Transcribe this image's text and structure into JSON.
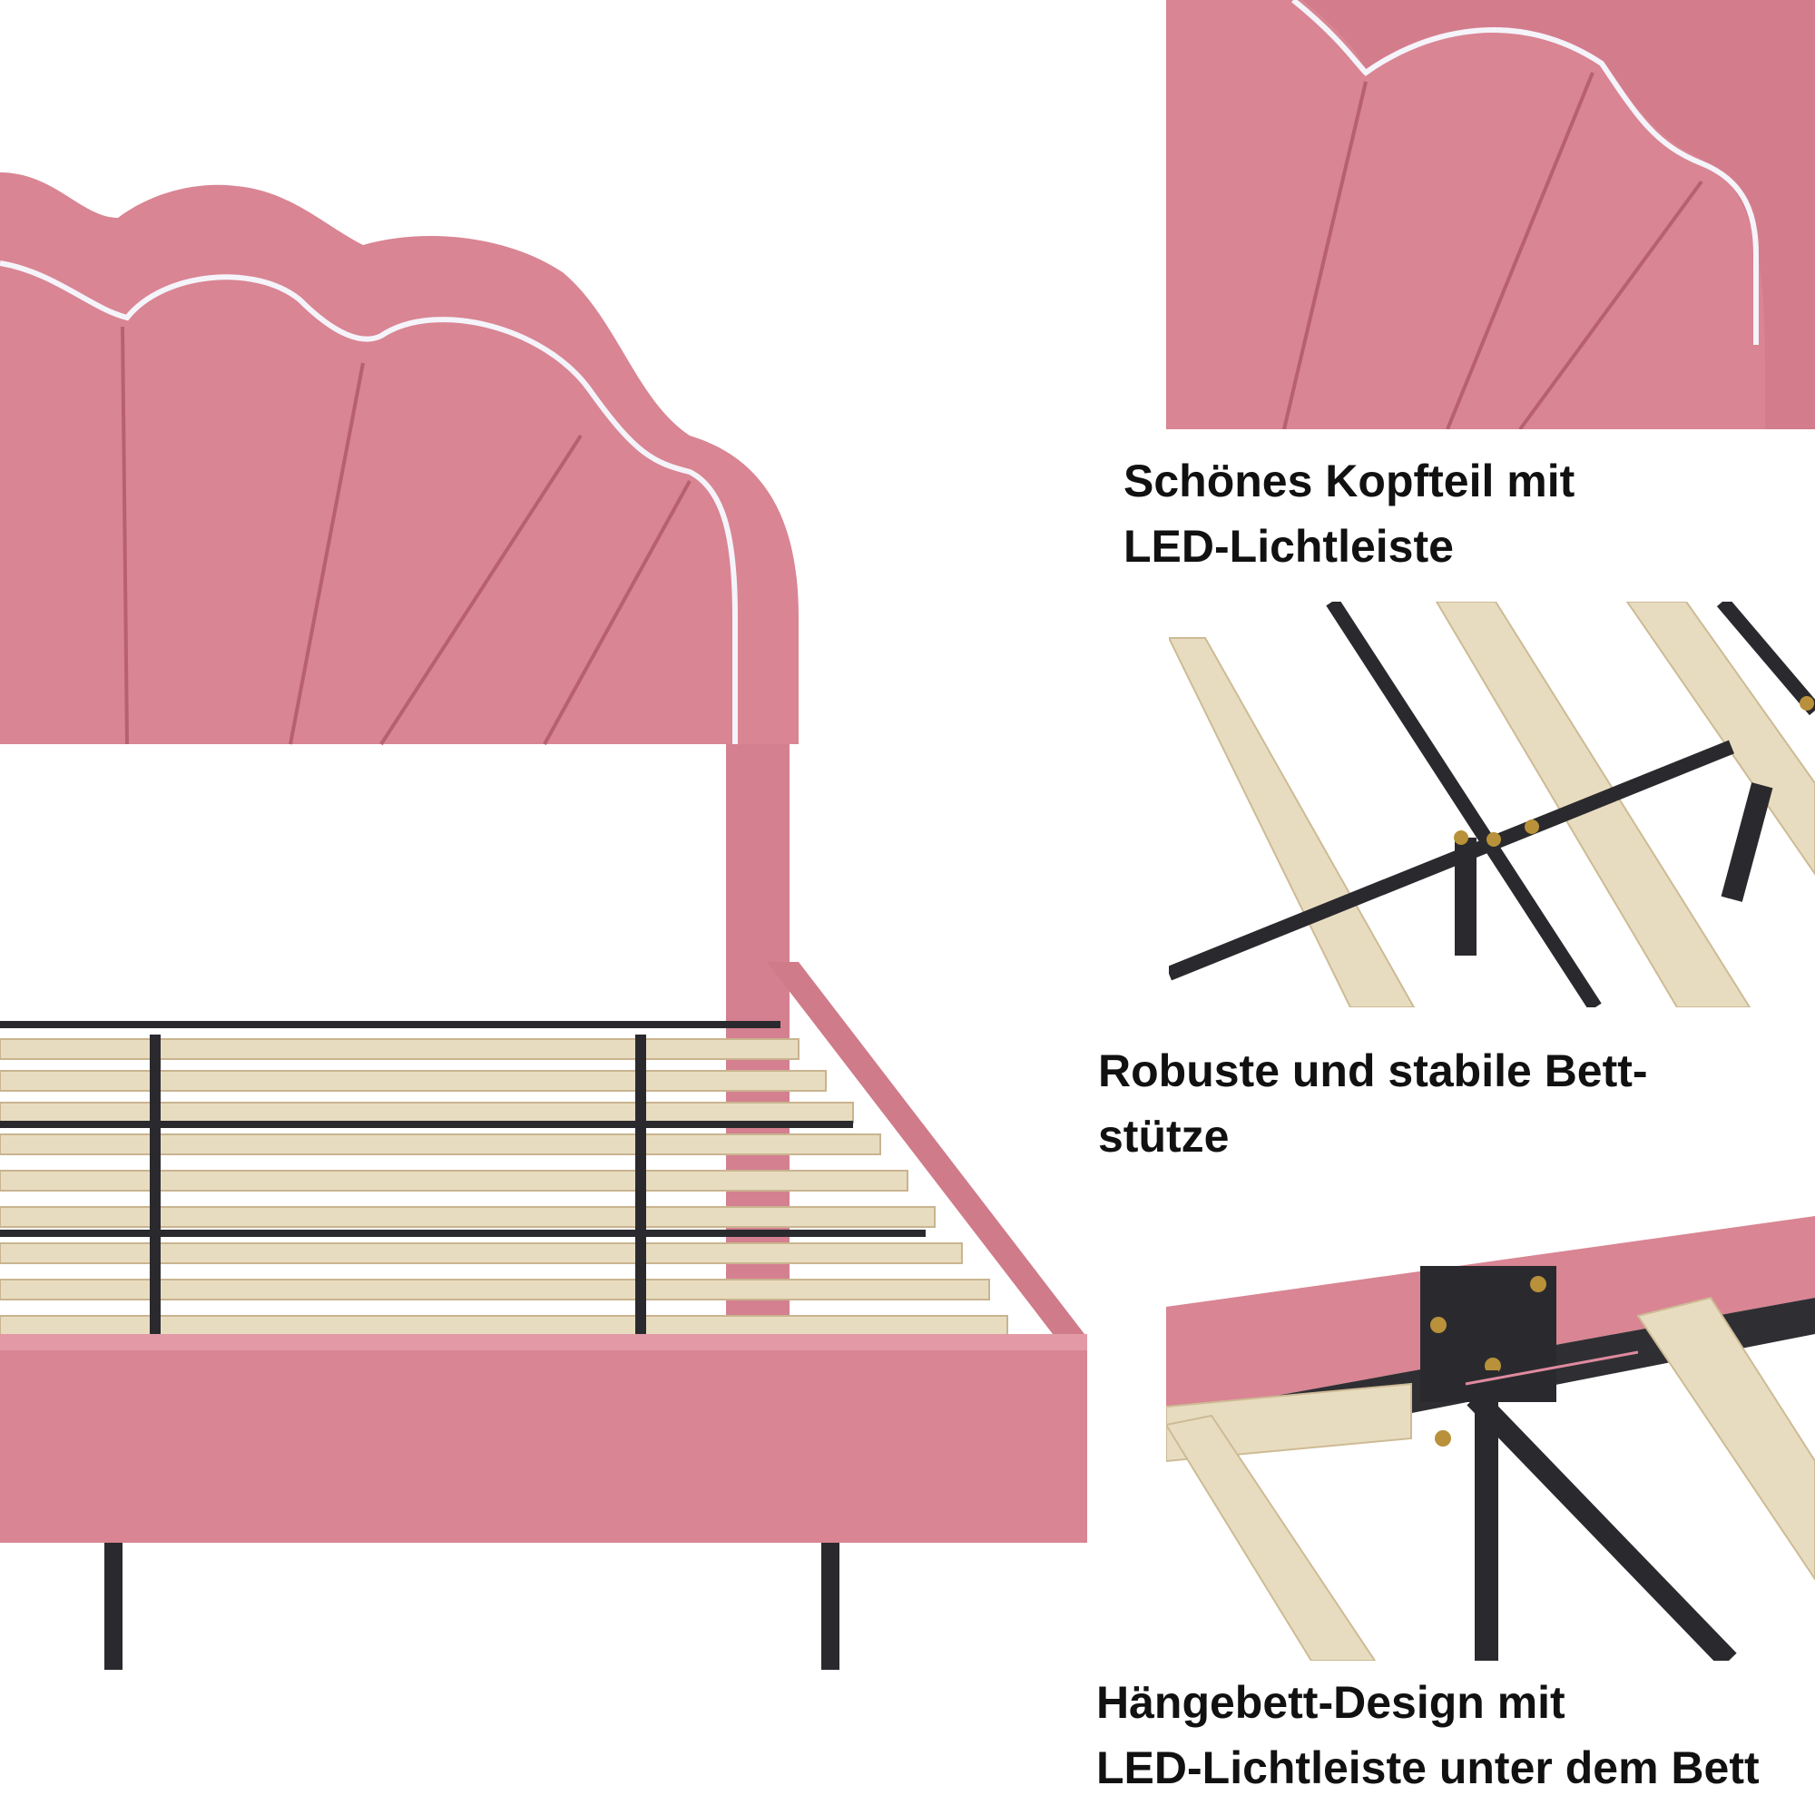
{
  "captions": {
    "headboard": {
      "line1": "Schönes Kopfteil mit",
      "line2": "LED-Lichtleiste"
    },
    "support": {
      "line1": "Robuste und stabile Bett-",
      "line2": "stütze"
    },
    "floating": {
      "line1": "Hängebett-Design mit",
      "line2": "LED-Lichtleiste unter dem Bett"
    }
  },
  "colors": {
    "velvet": "#d98593",
    "slat": "#e8dcc0",
    "steel": "#2a2a2e",
    "led": "#f4f4fa"
  }
}
